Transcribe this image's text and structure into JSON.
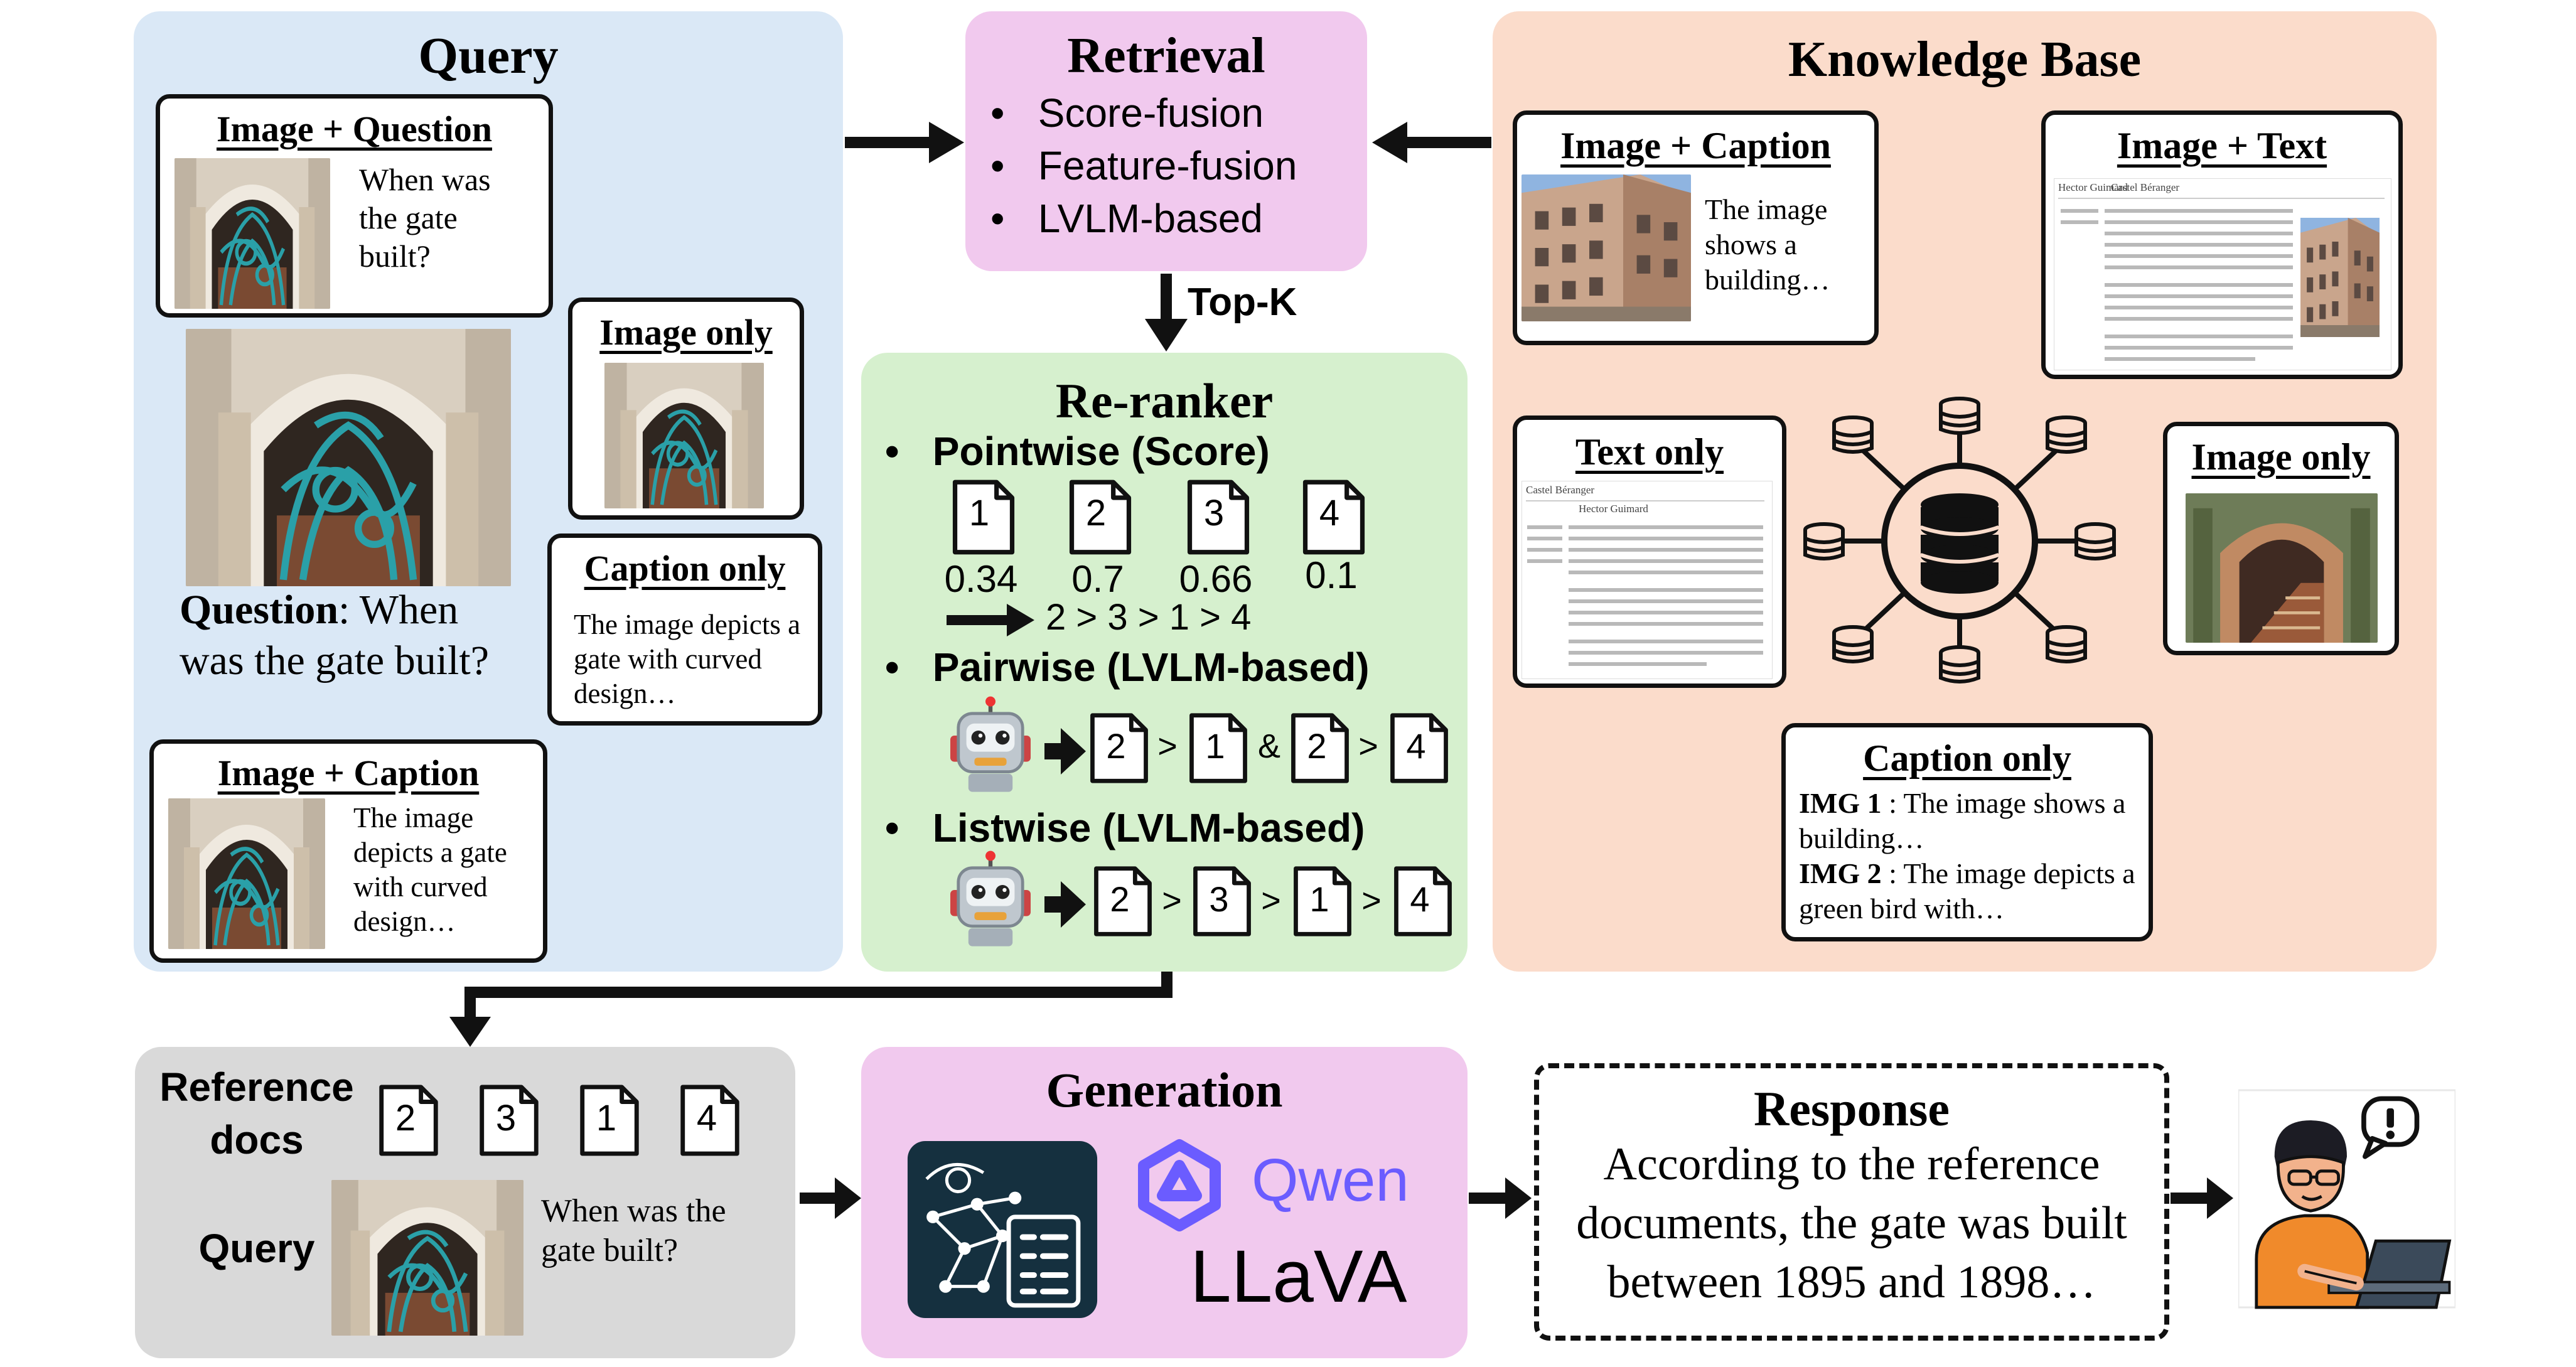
{
  "query": {
    "title": "Query",
    "image_question": {
      "label": "Image + Question",
      "text": "When was the gate built?"
    },
    "image_only": {
      "label": "Image only"
    },
    "question_label": "Question",
    "question_text": ": When was the gate built?",
    "caption_only": {
      "label": "Caption only",
      "text": "The image depicts a gate with curved design…"
    },
    "image_caption": {
      "label": "Image + Caption",
      "text": "The image depicts a gate with curved design…"
    }
  },
  "retrieval": {
    "title": "Retrieval",
    "items": [
      "Score-fusion",
      "Feature-fusion",
      "LVLM-based"
    ]
  },
  "topk_label": "Top-K",
  "knowledge_base": {
    "title": "Knowledge Base",
    "image_caption": {
      "label": "Image + Caption",
      "text": "The image shows a building…"
    },
    "image_text": {
      "label": "Image + Text",
      "doc_title": "Castel Béranger",
      "doc_subtitle": "Hector Guimard"
    },
    "text_only": {
      "label": "Text only",
      "doc_title": "Castel Béranger",
      "doc_subtitle": "Hector Guimard"
    },
    "image_only": {
      "label": "Image only"
    },
    "caption_only": {
      "label": "Caption only",
      "img1_label": "IMG 1",
      "img1_text": " : The image shows a building…",
      "img2_label": "IMG 2",
      "img2_text": " : The image depicts a green bird with…"
    }
  },
  "reranker": {
    "title": "Re-ranker",
    "pointwise": {
      "label": "Pointwise (Score)",
      "docs": [
        "1",
        "2",
        "3",
        "4"
      ],
      "scores": [
        "0.34",
        "0.7",
        "0.66",
        "0.1"
      ],
      "order": "2 > 3 > 1 > 4"
    },
    "pairwise": {
      "label": "Pairwise (LVLM-based)",
      "pair1": [
        "2",
        "1"
      ],
      "pair2": [
        "2",
        "4"
      ],
      "gt": ">",
      "amp": "&"
    },
    "listwise": {
      "label": "Listwise (LVLM-based)",
      "docs": [
        "2",
        "3",
        "1",
        "4"
      ],
      "gt": ">"
    }
  },
  "reference": {
    "title": "Reference docs",
    "docs": [
      "2",
      "3",
      "1",
      "4"
    ],
    "query_label": "Query",
    "query_text": "When was the gate built?"
  },
  "generation": {
    "title": "Generation",
    "qwen": "Qwen",
    "llava": "LLaVA"
  },
  "response": {
    "title": "Response",
    "text": "According to the reference documents, the gate was built between 1895 and 1898…"
  },
  "colors": {
    "query_bg": "#dae8f6",
    "retrieval_bg": "#f1c9ee",
    "reranker_bg": "#d6f0ce",
    "kb_bg": "#fbdccb",
    "reference_bg": "#d9d9d9",
    "generation_bg": "#f1c9ee",
    "qwen": "#6b5cff"
  },
  "icons": [
    "document-icon",
    "robot-icon",
    "database-icon",
    "neural-network-icon",
    "qwen-logo-icon",
    "user-laptop-icon",
    "arrow-icon"
  ]
}
